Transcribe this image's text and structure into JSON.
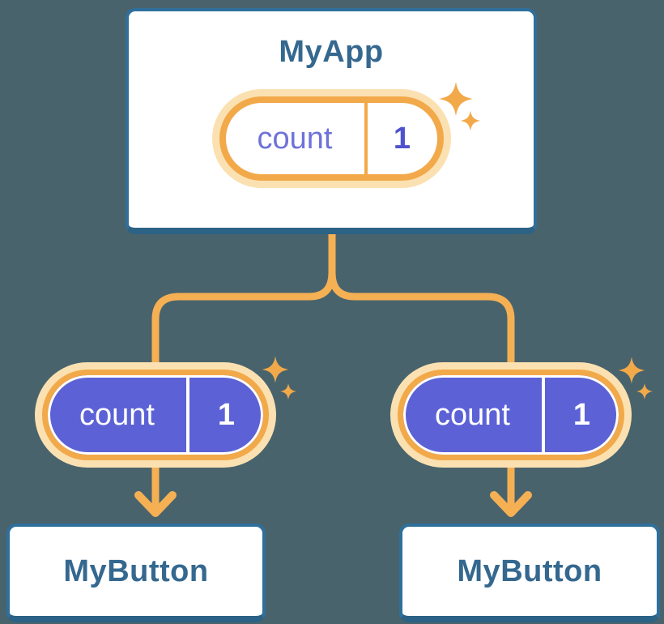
{
  "palette": {
    "background": "#49636c",
    "card_background": "#ffffff",
    "card_border": "#2f6f9b",
    "card_border_bottom": "#2b6286",
    "component_text": "#35688f",
    "connector_orange": "#f5b054",
    "pill_ring_orange": "#f2a94a",
    "pill_halo": "#fbe1b1",
    "pill_fill_indigo": "#5c62d6",
    "state_name_purple": "#6e72d9",
    "state_value_purple": "#4f52cf",
    "pill_text_on_dark": "#ffffff"
  },
  "diagram": {
    "root": {
      "title": "MyApp",
      "state": {
        "name": "count",
        "value": "1"
      }
    },
    "children": [
      {
        "title": "MyButton",
        "state": {
          "name": "count",
          "value": "1"
        }
      },
      {
        "title": "MyButton",
        "state": {
          "name": "count",
          "value": "1"
        }
      }
    ]
  },
  "icons": {
    "sparkle": "four-point-sparkle-star"
  }
}
